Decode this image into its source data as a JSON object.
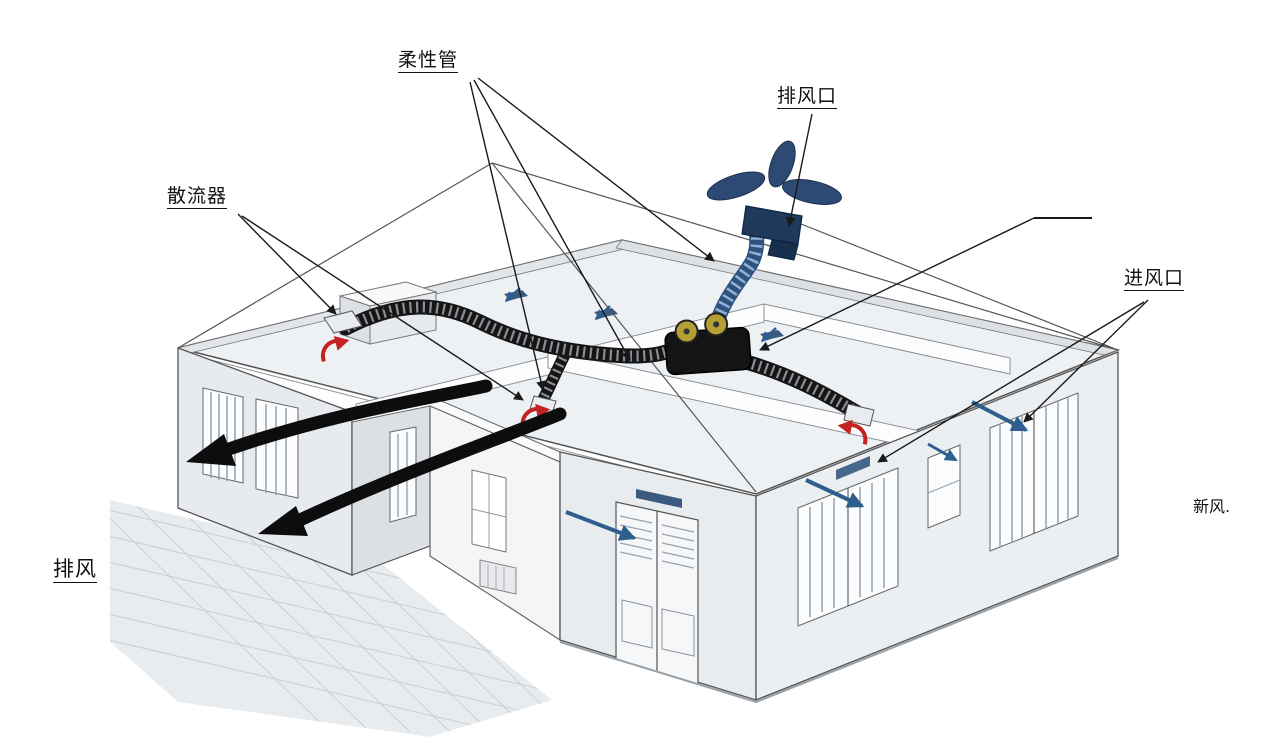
{
  "diagram": {
    "type": "ventilation-system-cutaway-illustration",
    "labels": {
      "flexible_duct": "柔性管",
      "exhaust_outlet": "排风口",
      "diffuser": "散流器",
      "air_inlet": "进风口",
      "exhaust_air": "排风",
      "fresh_air": "新风."
    },
    "colors": {
      "line": "#555555",
      "leader": "#1a1a1a",
      "duct_black": "#151515",
      "duct_blue": "#30537e",
      "fan_blue": "#2c4a73",
      "arrow_red": "#c32222",
      "arrow_blue": "#2e5e8e",
      "wall_fill": "#e7eaee",
      "deck_fill": "#eef1f4"
    }
  }
}
